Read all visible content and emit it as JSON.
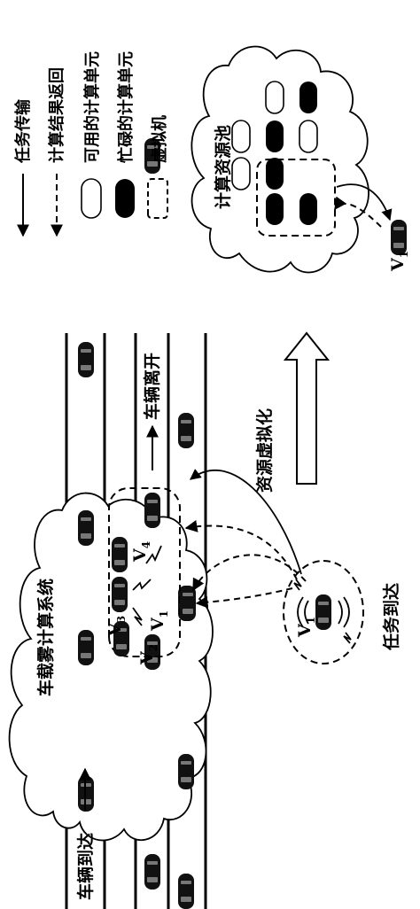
{
  "labels": {
    "vehicle_fog_system": "车载雾计算系统",
    "vehicle_arrive": "车辆到达",
    "vehicle_leave": "车辆离开",
    "task_arrive": "任务到达",
    "resource_virtualization": "资源虚拟化",
    "resource_pool": "计算资源池"
  },
  "vehicles": {
    "v1": "V",
    "v1_sub": "1",
    "v2": "V",
    "v2_sub": "2",
    "v3": "V",
    "v3_sub": "3",
    "v4": "V",
    "v4_sub": "4"
  },
  "legend": {
    "task_transfer": "任务传输",
    "result_return": "计算结果返回",
    "available_unit": "可用的计算单元",
    "busy_unit": "忙碌的计算单元",
    "virtual_machine": "虚拟机"
  },
  "pool": {
    "units": [
      "busy",
      "available",
      "busy",
      "available",
      "available",
      "busy",
      "busy",
      "busy",
      "busy"
    ]
  },
  "colors": {
    "ink": "#000000",
    "background": "#ffffff",
    "car": "#111111"
  }
}
